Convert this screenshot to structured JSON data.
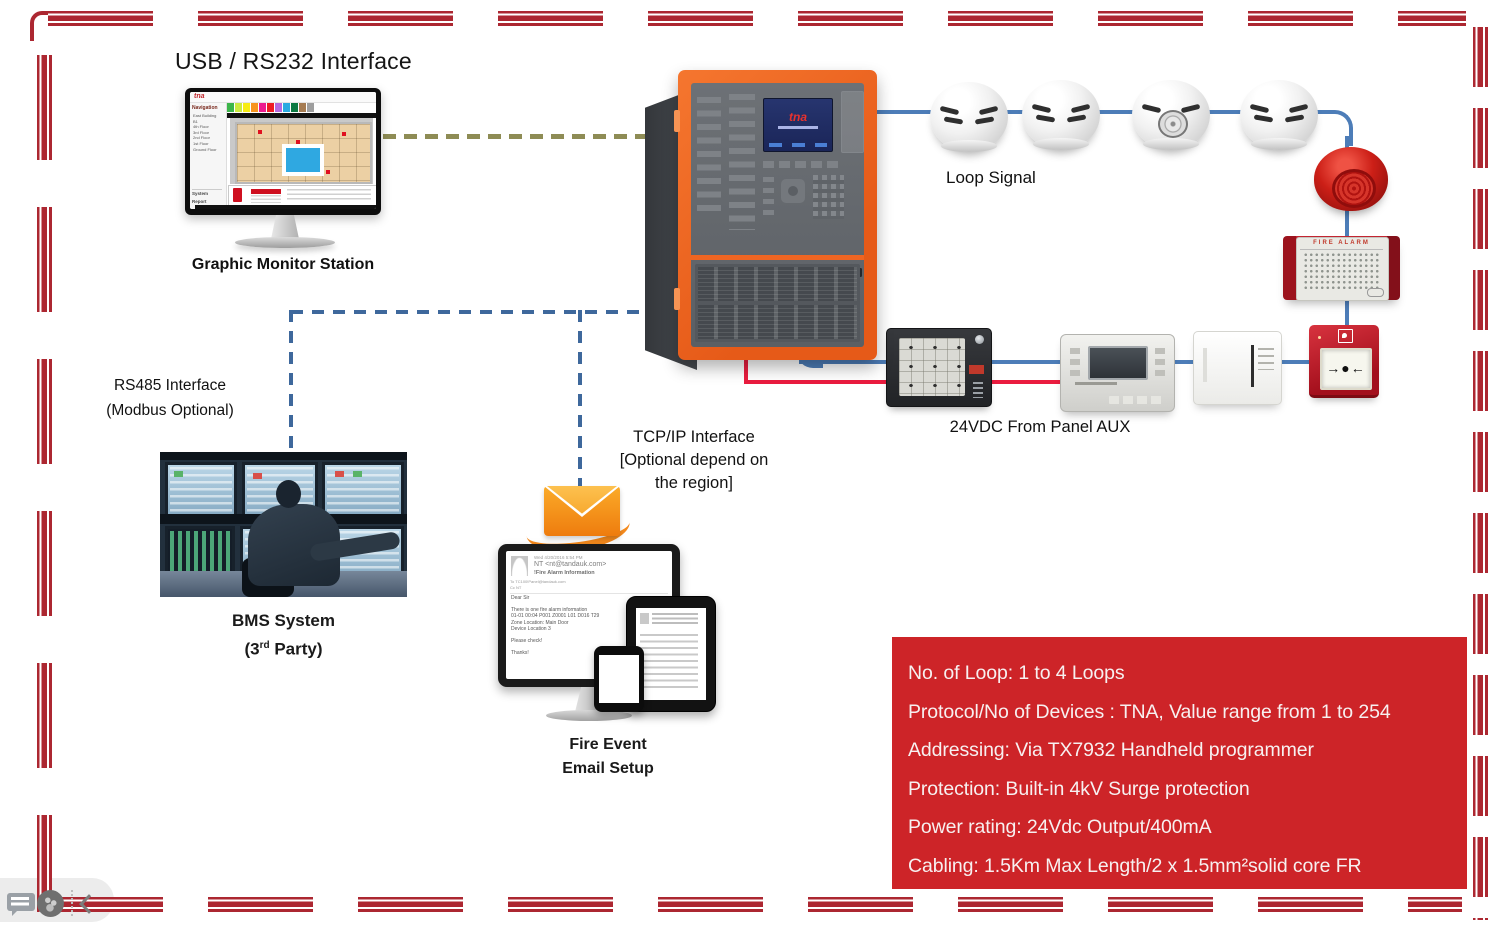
{
  "title": "USB / RS232 Interface",
  "labels": {
    "graphic_monitor": "Graphic Monitor Station",
    "loop_signal": "Loop Signal",
    "aux_24vdc": "24VDC From Panel  AUX",
    "rs485_line1": "RS485 Interface",
    "rs485_line2": "(Modbus Optional)",
    "tcpip_line1": "TCP/IP Interface",
    "tcpip_line2": "[Optional depend on",
    "tcpip_line3": "the region]",
    "bms_line1": "BMS System",
    "bms_open": "(3",
    "bms_sup": "rd",
    "bms_close": " Party)",
    "fire_event_line1": "Fire Event",
    "fire_event_line2": "Email Setup",
    "sounder_text": "FIRE ALARM",
    "callpoint_text": "→●←"
  },
  "panel": {
    "brand": "tna"
  },
  "monitor_app": {
    "brand": "tna",
    "nav_title": "Navigation",
    "nav_items": [
      "East Building",
      "B1",
      "4th Floor",
      "3rd Floor",
      "2nd Floor",
      "1st Floor",
      "Ground Floor"
    ],
    "nav_footer_1": "System",
    "nav_footer_2": "Report"
  },
  "email": {
    "date": "Wed 4/20/2016 5:54 PM",
    "from": "NT  <nt@tandauk.com>",
    "subject": "!Fire Alarm Information",
    "to": "To    TC100!Panel@tandauk.com",
    "cc": "Cc    NT",
    "body": [
      "Dear Sir",
      "There is one fire alarm information",
      "01-01 00:04 P001 Z0001 L01 D016 T29",
      "Zone Location: Main Door",
      "Device Location 3",
      "Please check!",
      "Thanks!"
    ]
  },
  "specs": {
    "lines": [
      "No. of Loop: 1 to 4 Loops",
      "Protocol/No of Devices : TNA, Value range from 1 to 254",
      "Addressing: Via TX7932 Handheld programmer",
      "Protection: Built-in 4kV Surge protection",
      "Power rating: 24Vdc Output/400mA",
      "Cabling: 1.5Km Max Length/2 x 1.5mm²solid core FR"
    ]
  },
  "colors": {
    "border_red": "#ac2731",
    "specs_bg": "#cd2428",
    "panel_orange": "#f06724",
    "wire_blue": "#4d7db8",
    "wire_red": "#ea1c3f",
    "dashed_blue": "#3e689c",
    "dashed_olive": "#8e8c55"
  }
}
